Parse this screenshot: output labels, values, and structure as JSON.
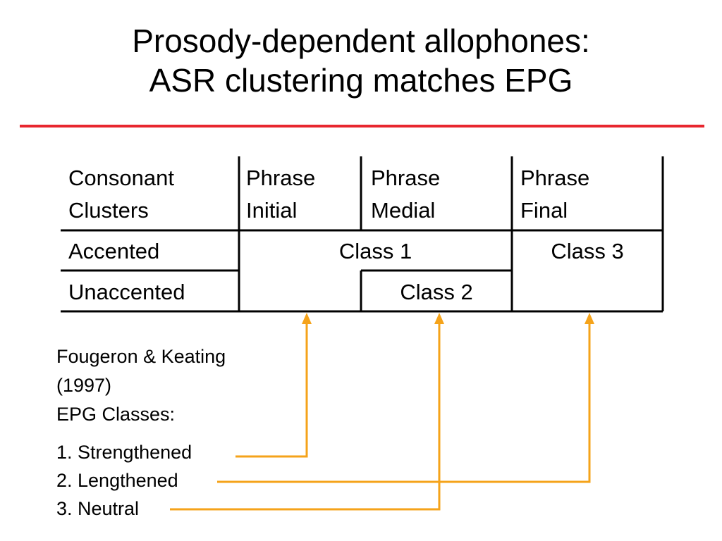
{
  "slide": {
    "title_line1": "Prosody-dependent allophones:",
    "title_line2": "ASR clustering matches EPG",
    "accent_color": "#e8262e",
    "arrow_color": "#f5a31a"
  },
  "table": {
    "headers": [
      [
        "Consonant",
        "Clusters"
      ],
      [
        "Phrase",
        "Initial"
      ],
      [
        "Phrase",
        "Medial"
      ],
      [
        "Phrase",
        "Final"
      ]
    ],
    "rows": [
      {
        "label": "Accented"
      },
      {
        "label": "Unaccented"
      }
    ],
    "merged_cells": {
      "class1": "Class 1",
      "class2": "Class 2",
      "class3": "Class 3"
    }
  },
  "notes": {
    "heading_lines": [
      "Fougeron & Keating",
      "(1997)",
      "EPG Classes:"
    ],
    "items": [
      "1. Strengthened",
      "2. Lengthened",
      "3. Neutral"
    ]
  }
}
